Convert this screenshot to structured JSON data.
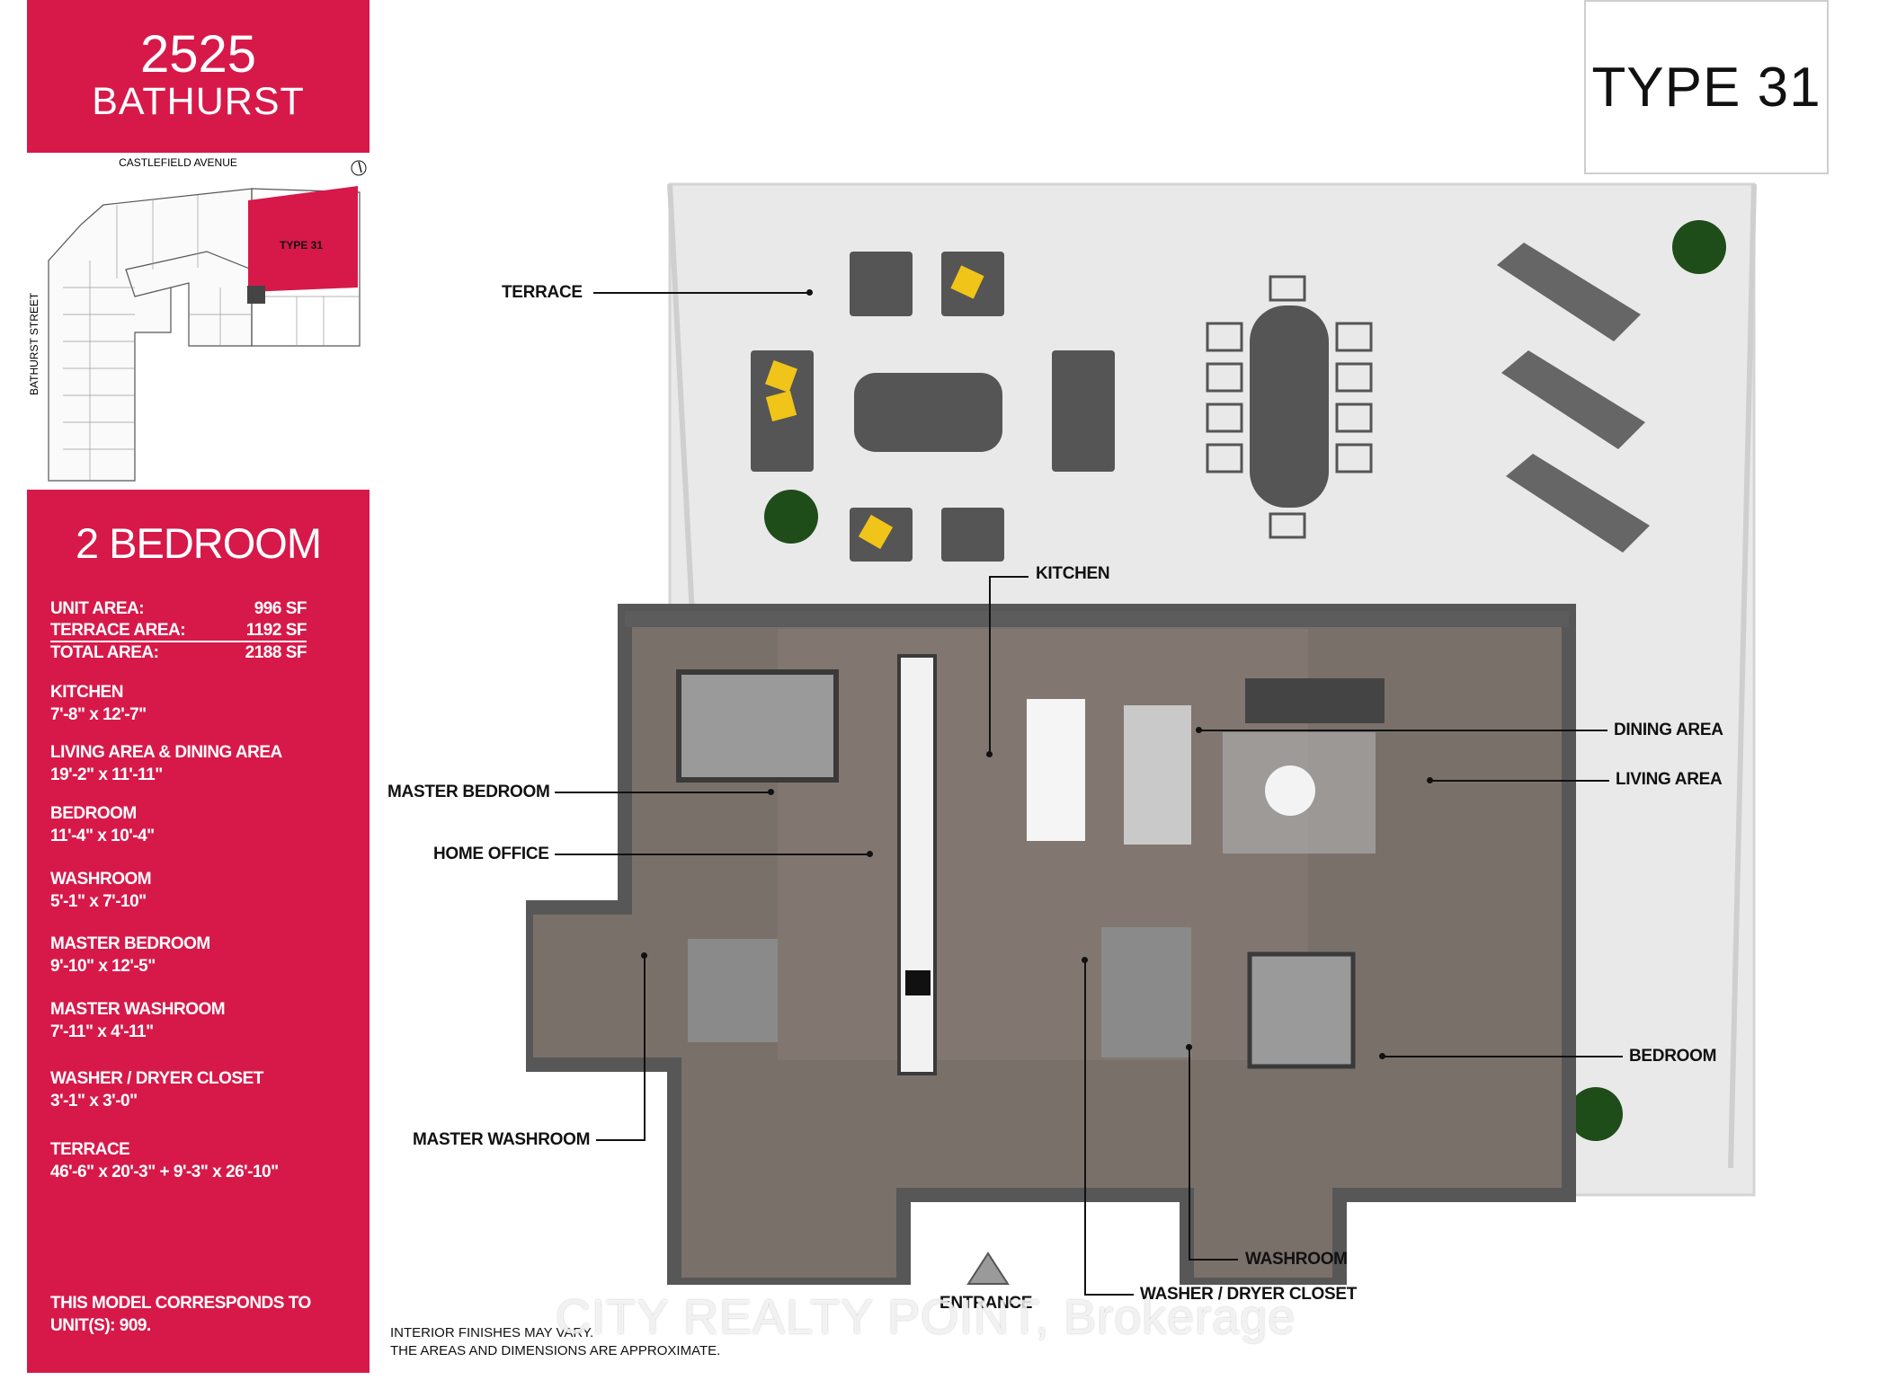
{
  "project": {
    "number": "2525",
    "street": "BATHURST"
  },
  "unit_type": "TYPE 31",
  "keyplan": {
    "top_street": "CASTLEFIELD AVENUE",
    "side_street": "BATHURST STREET",
    "highlight_label": "TYPE 31",
    "highlight_color": "#d7194a"
  },
  "bedrooms": "2 BEDROOM",
  "areas": [
    {
      "label": "UNIT AREA:",
      "value": "996 SF"
    },
    {
      "label": "TERRACE AREA:",
      "value": "1192 SF"
    },
    {
      "label": "TOTAL AREA:",
      "value": "2188 SF"
    }
  ],
  "rooms": [
    {
      "name": "KITCHEN",
      "dims": "7'-8\" x 12'-7\""
    },
    {
      "name": "LIVING AREA & DINING AREA",
      "dims": "19'-2\" x 11'-11\""
    },
    {
      "name": "BEDROOM",
      "dims": "11'-4\" x 10'-4\""
    },
    {
      "name": "WASHROOM",
      "dims": "5'-1\" x 7'-10\""
    },
    {
      "name": "MASTER BEDROOM",
      "dims": "9'-10\" x 12'-5\""
    },
    {
      "name": "MASTER WASHROOM",
      "dims": "7'-11\" x 4'-11\""
    },
    {
      "name": "WASHER / DRYER CLOSET",
      "dims": "3'-1\" x 3'-0\""
    },
    {
      "name": "TERRACE",
      "dims": "46'-6\" x 20'-3\" + 9'-3\" x 26'-10\""
    }
  ],
  "model_note": {
    "line1": "THIS MODEL CORRESPONDS TO",
    "line2": "UNIT(S): 909."
  },
  "plan_labels": {
    "terrace": "TERRACE",
    "kitchen": "KITCHEN",
    "master_bedroom": "MASTER BEDROOM",
    "home_office": "HOME OFFICE",
    "master_washroom": "MASTER WASHROOM",
    "dining_area": "DINING AREA",
    "living_area": "LIVING AREA",
    "bedroom": "BEDROOM",
    "washroom": "WASHROOM",
    "washer_dryer": "WASHER / DRYER CLOSET",
    "entrance": "ENTRANCE"
  },
  "disclaimer": {
    "line1": "INTERIOR FINISHES MAY VARY.",
    "line2": "THE AREAS AND DIMENSIONS ARE APPROXIMATE."
  },
  "watermark": "CITY REALTY POINT, Brokerage",
  "colors": {
    "accent": "#d7194a",
    "wall": "#5c5c5c",
    "floor": "#7a706a",
    "terrace": "#e9e9ea"
  }
}
